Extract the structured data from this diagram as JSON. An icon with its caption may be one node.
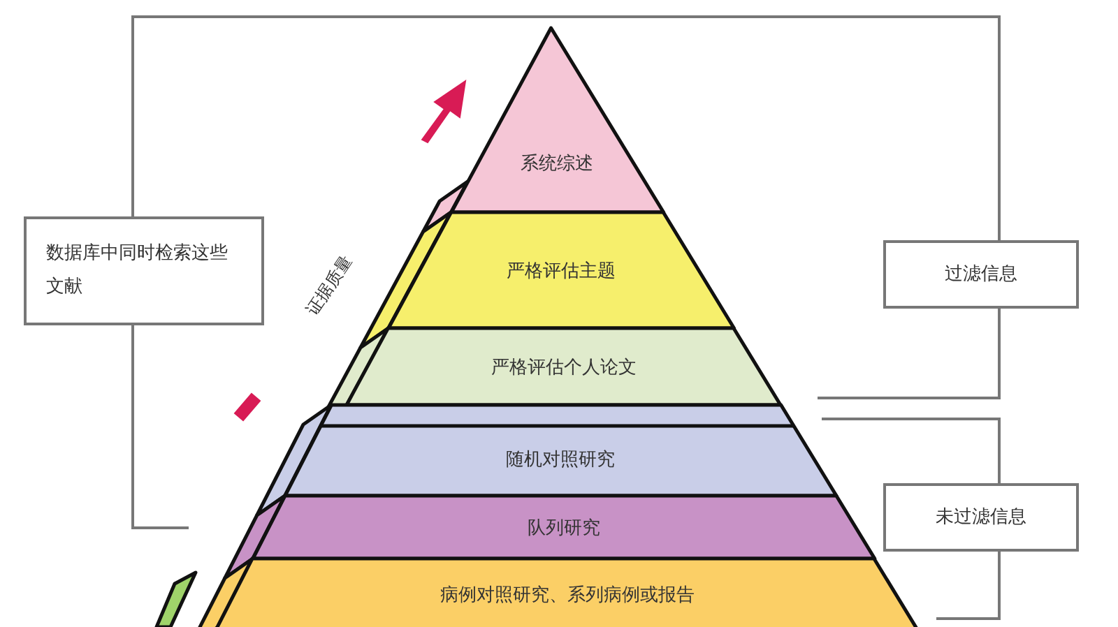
{
  "diagram": {
    "nodes": [
      {
        "text": [
          "系统综述"
        ]
      },
      {
        "text": [
          "严格评估主题"
        ]
      },
      {
        "text": [
          "严格评估个人论文"
        ]
      },
      {
        "text": [
          "随机对照研究"
        ]
      },
      {
        "text": [
          "队列研究"
        ]
      },
      {
        "text": [
          "病例对照研究、系列病例或报告"
        ]
      },
      {
        "text": [
          "数据库中同时检索这些文献"
        ]
      },
      {
        "text": [
          "过滤信息"
        ]
      },
      {
        "text": [
          "未过滤信息"
        ]
      }
    ],
    "labels": [
      "证据质量"
    ]
  }
}
